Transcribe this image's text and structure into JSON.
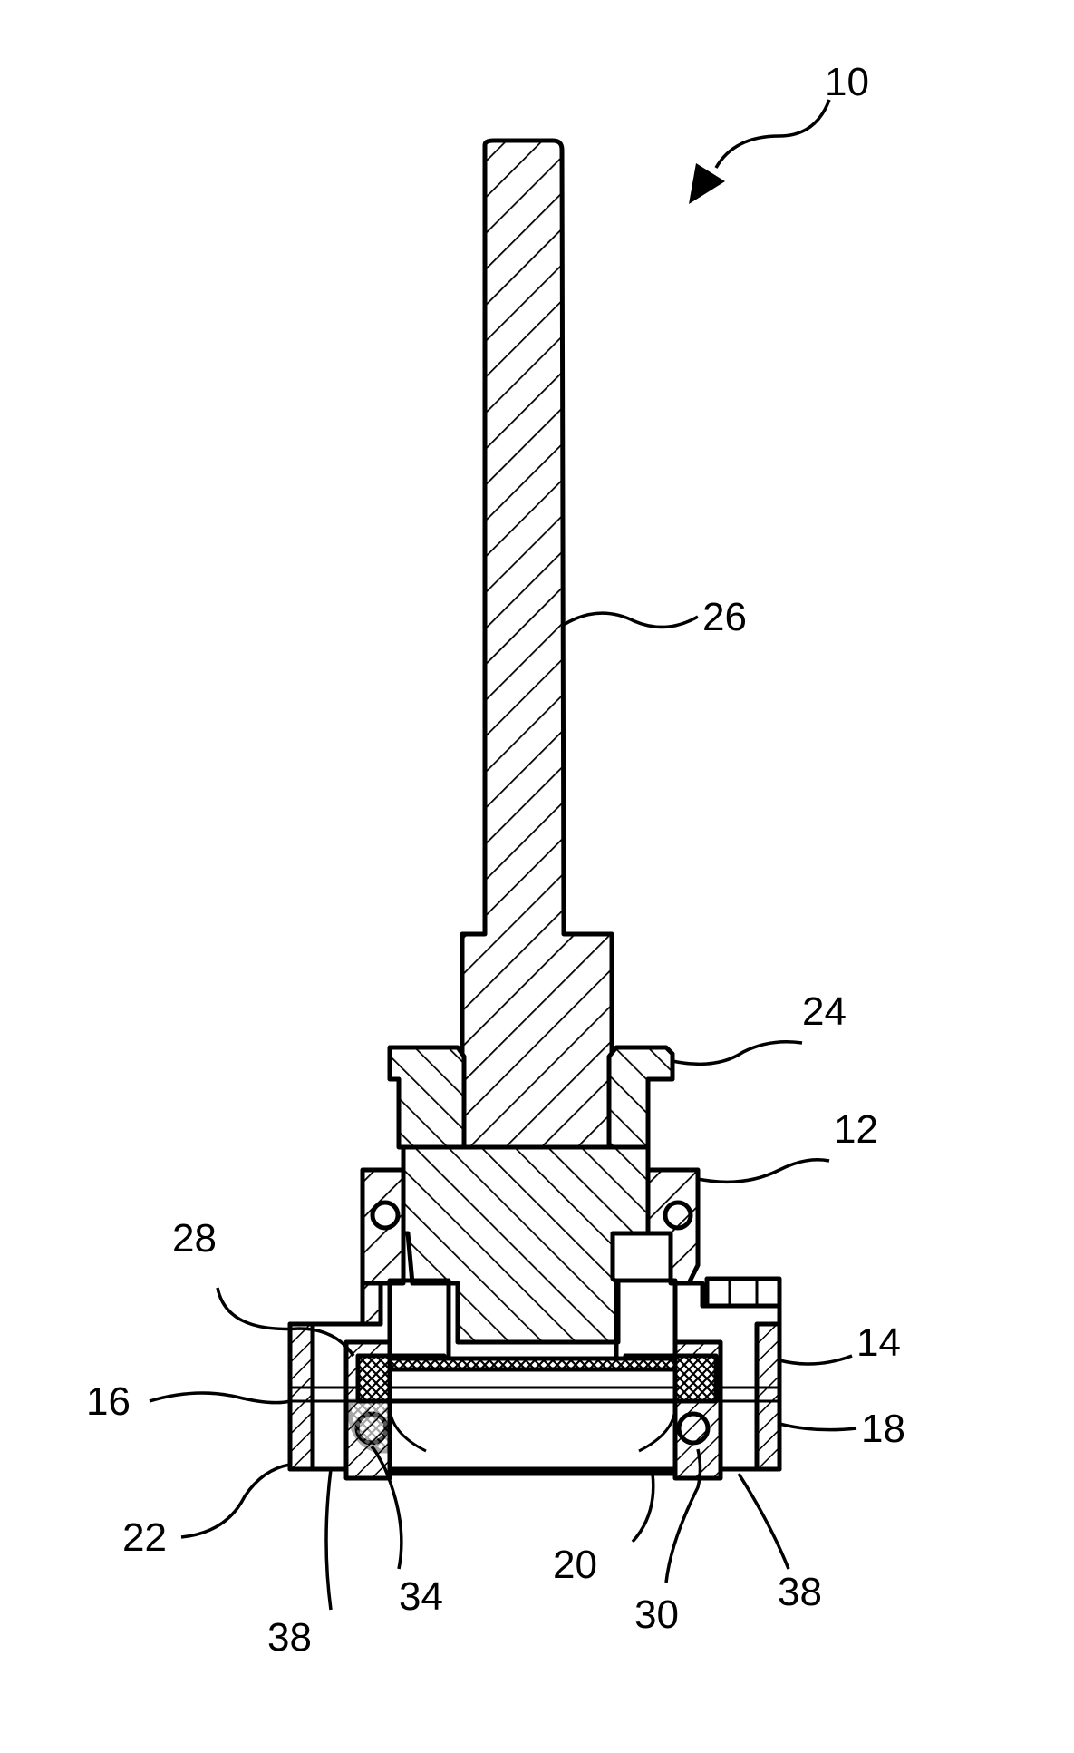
{
  "figure": {
    "reference_numerals": {
      "assembly": "10",
      "shaft": "26",
      "flange": "24",
      "body": "12",
      "seal_left_upper": "28",
      "ring_right": "14",
      "housing_left": "16",
      "housing_right": "18",
      "base_left": "22",
      "opening_center": "20",
      "ball_left": "34",
      "ball_right": "30",
      "passage_left": "38",
      "passage_right": "38"
    },
    "colors": {
      "ink": "#000000",
      "paper": "#ffffff"
    }
  }
}
